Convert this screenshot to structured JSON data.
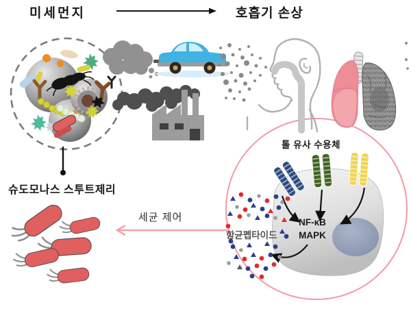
{
  "diagram": {
    "title_left": "미세먼지",
    "title_right": "호흡기 손상",
    "pseudomonas_label": "슈도모나스 스투트제리",
    "bacteria_control_label": "세균 제어",
    "toll_like_receptor_label": "톨 유사 수용체",
    "nfkb_label": "NF-κB",
    "mapk_label": "MAPK",
    "antimicrobial_peptide_label": "항균펩타이드"
  },
  "colors": {
    "bacteria_body": "#e05f5f",
    "receptor_blue": "#2d4d80",
    "receptor_green": "#41641f",
    "receptor_yellow": "#f0d453",
    "healthy_lung": "#ee8d96",
    "damaged_lung_base": "#8f8f8f",
    "immune_circle_stroke": "#f09aa6",
    "control_arrow": "#f2a2ab",
    "smoke_dark": "#4f4f4f",
    "smoke_light": "#919191",
    "car_body": "#3fb3e3"
  }
}
